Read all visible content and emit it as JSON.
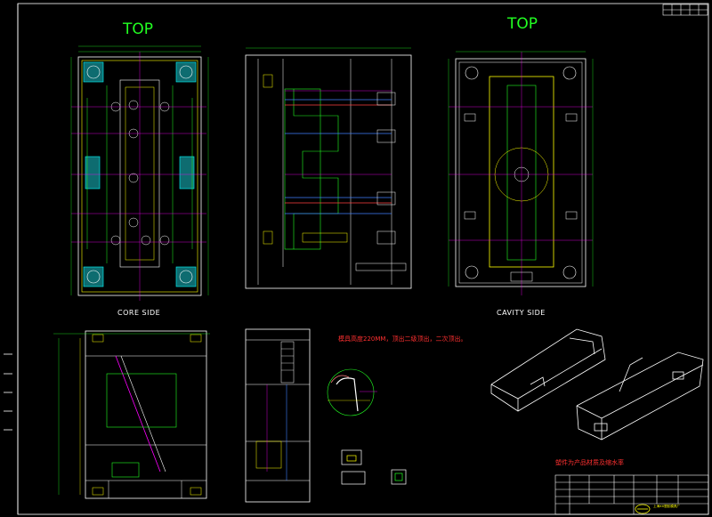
{
  "views": {
    "core_top_label": "TOP",
    "cavity_top_label": "TOP",
    "core_side_label": "CORE    SIDE",
    "cavity_side_label": "CAVITY    SIDE"
  },
  "notes": {
    "mold_note": "模具高度220MM，顶出二级顶出，二次顶出。",
    "product_note": "塑件为产品材质及缩水率"
  },
  "title_block": {
    "company": "上海XX塑胶模具厂"
  },
  "colors": {
    "background": "#000000",
    "outline": "#ffffff",
    "dimension": "#22ff22",
    "plate": "#ffff00",
    "component": "#00ffff",
    "center_line": "#ff00ff",
    "note": "#ff3030",
    "ejector": "#4080ff"
  }
}
